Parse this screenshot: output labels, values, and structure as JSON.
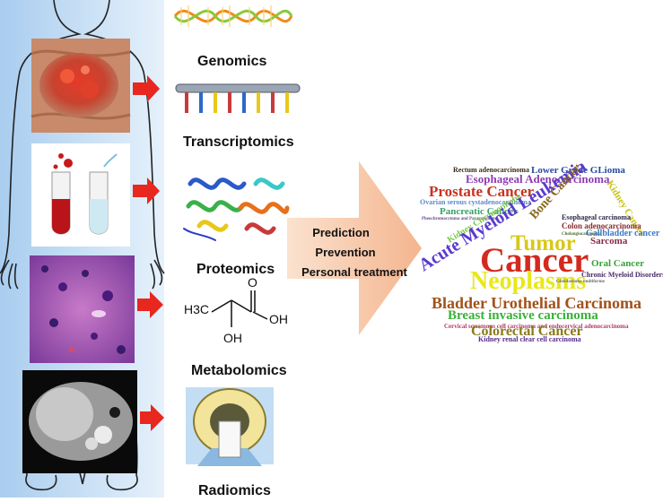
{
  "colors": {
    "panel_blue": "#cfe3f6",
    "arrow_red": "#e8271e",
    "big_arrow_peach": "#f6c7a8"
  },
  "omics": [
    {
      "label": "Genomics",
      "icon": "dna-helix-icon"
    },
    {
      "label": "Transcriptomics",
      "icon": "transcript-strand-icon"
    },
    {
      "label": "Proteomics",
      "icon": "protein-structure-icon"
    },
    {
      "label": "Metabolomics",
      "icon": "lactic-acid-molecule-icon"
    },
    {
      "label": "Radiomics",
      "icon": "ct-scanner-icon"
    }
  ],
  "molecule": {
    "ch3": "H3C",
    "oh_acid": "OH",
    "oh_alcohol": "OH",
    "o": "O"
  },
  "big_arrow": {
    "lines": [
      "Prediction",
      "Prevention",
      "Personal treatment"
    ]
  },
  "word_cloud": [
    {
      "text": "Rectum adenocarcinoma",
      "color": "#3b2a1a"
    },
    {
      "text": "Lower Grade GLioma",
      "color": "#2a4aa0"
    },
    {
      "text": "Esophageal Adenocarcinoma",
      "color": "#8e3bb5"
    },
    {
      "text": "Prostate Cancer",
      "color": "#c8321e"
    },
    {
      "text": "Kidney Cancer",
      "color": "#c8c21a"
    },
    {
      "text": "Ovarian serous cystadenocarcinoma",
      "color": "#5a8ac8"
    },
    {
      "text": "Pancreatic Cancer",
      "color": "#3aa06a"
    },
    {
      "text": "Pheochromocytoma and Paraganglioma",
      "color": "#6a4a8a"
    },
    {
      "text": "Kidney Chromophobe",
      "color": "#7ac84a"
    },
    {
      "text": "Acute Myeloid Leukemia",
      "color": "#5a3ad0"
    },
    {
      "text": "Bone Cancer",
      "color": "#8a6a1a"
    },
    {
      "text": "Esophageal carcinoma",
      "color": "#2a2a4a"
    },
    {
      "text": "Colon adenocarcinoma",
      "color": "#8a2a2a"
    },
    {
      "text": "Cholangiocarcinoma",
      "color": "#4a6a2a"
    },
    {
      "text": "Gallbladder cancer",
      "color": "#3a7ac8"
    },
    {
      "text": "Sarcoma",
      "color": "#8a2a4a"
    },
    {
      "text": "Tumor",
      "color": "#d8c81a"
    },
    {
      "text": "Cancer",
      "color": "#d42a1e"
    },
    {
      "text": "Oral Cancer",
      "color": "#3aa03a"
    },
    {
      "text": "Neoplasms",
      "color": "#e8e81a"
    },
    {
      "text": "Chronic Myeloid Disorders",
      "color": "#4a2a6a"
    },
    {
      "text": "Glioblastoma multiforme",
      "color": "#6a6a6a"
    },
    {
      "text": "Bladder Urothelial Carcinoma",
      "color": "#a0521a"
    },
    {
      "text": "Breast invasive carcinoma",
      "color": "#3ab03a"
    },
    {
      "text": "Cervical squamous cell carcinoma and endocervical adenocarcinoma",
      "color": "#b03a6a"
    },
    {
      "text": "Colorectal Cancer",
      "color": "#8a7a1a"
    },
    {
      "text": "Kidney renal clear cell carcinoma",
      "color": "#5a2a8a"
    }
  ]
}
